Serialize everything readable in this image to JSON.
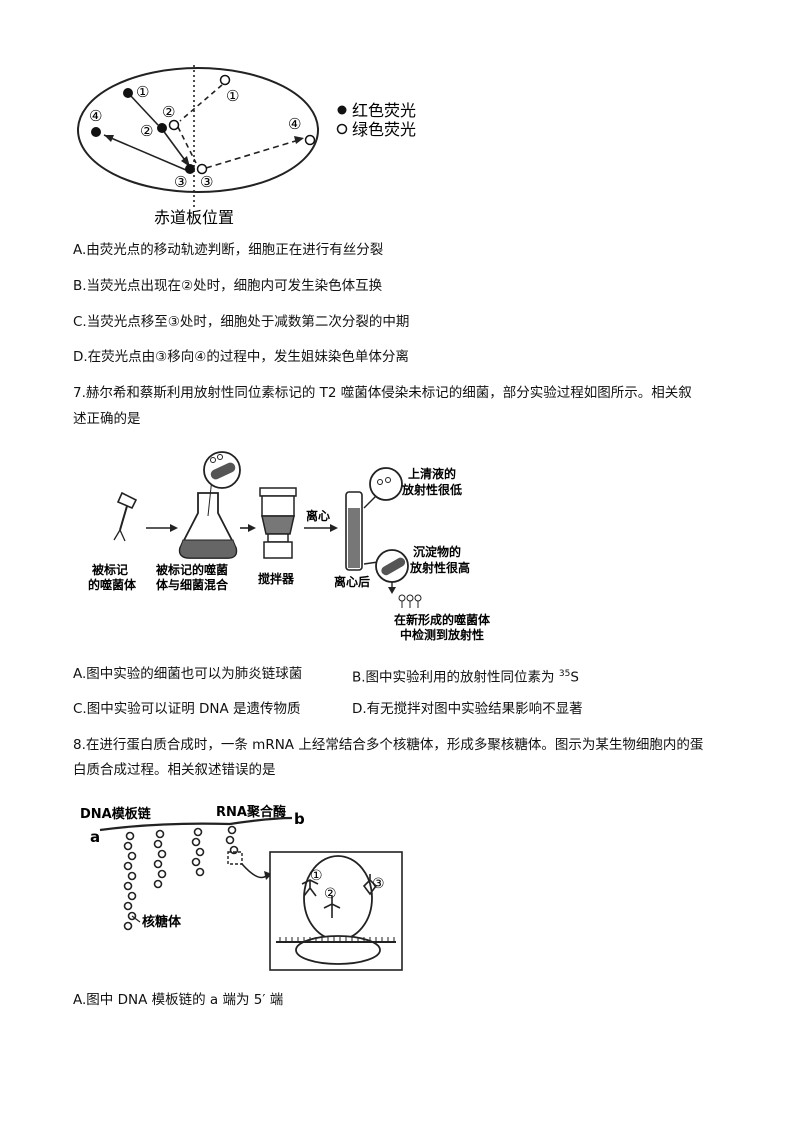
{
  "fig1": {
    "legend_red": "红色荧光",
    "legend_green": "绿色荧光",
    "plate_label": "赤道板位置",
    "markers": [
      "①",
      "②",
      "③",
      "④"
    ]
  },
  "q6_options": {
    "A": "A.由荧光点的移动轨迹判断，细胞正在进行有丝分裂",
    "B": "B.当荧光点出现在②处时，细胞内可发生染色体互换",
    "C": "C.当荧光点移至③处时，细胞处于减数第二次分裂的中期",
    "D": "D.在荧光点由③移向④的过程中，发生姐妹染色单体分离"
  },
  "q7": {
    "stem_line1": "7.赫尔希和蔡斯利用放射性同位素标记的 T2 噬菌体侵染未标记的细菌，部分实验过程如图所示。相关叙",
    "stem_line2": "述正确的是",
    "fig": {
      "labeled_phage": [
        "被标记",
        "的噬菌体"
      ],
      "mix": [
        "被标记的噬菌",
        "体与细菌混合"
      ],
      "mixer": "搅拌器",
      "centrifuge_arrow": "离心",
      "after_centrifuge": "离心后",
      "supernatant": [
        "上清液的",
        "放射性很低"
      ],
      "sediment": [
        "沉淀物的",
        "放射性很高"
      ],
      "new_phage": [
        "在新形成的噬菌体",
        "中检测到放射性"
      ]
    },
    "options": {
      "A": "A.图中实验的细菌也可以为肺炎链球菌",
      "B": "B.图中实验利用的放射性同位素为",
      "B_sup": "35",
      "B_tail": "S",
      "C": "C.图中实验可以证明 DNA 是遗传物质",
      "D": "D.有无搅拌对图中实验结果影响不显著"
    }
  },
  "q8": {
    "stem_line1": "8.在进行蛋白质合成时，一条 mRNA 上经常结合多个核糖体，形成多聚核糖体。图示为某生物细胞内的蛋",
    "stem_line2": "白质合成过程。相关叙述错误的是",
    "fig": {
      "dna_label": "DNA模板链",
      "rna_pol": "RNA聚合酶",
      "end_a": "a",
      "end_b": "b",
      "ribosome": "核糖体",
      "markers": [
        "①",
        "②",
        "③"
      ]
    },
    "options": {
      "A": "A.图中 DNA 模板链的 a 端为 5′ 端"
    }
  }
}
